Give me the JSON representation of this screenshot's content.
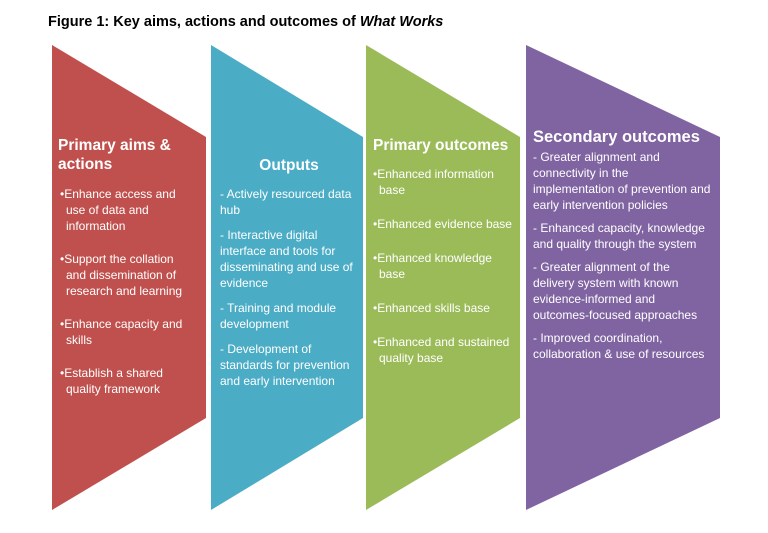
{
  "figure": {
    "title_prefix": "Figure 1: Key aims, actions and outcomes of ",
    "title_emphasis": "What Works"
  },
  "columns": [
    {
      "heading": "Primary aims & actions",
      "color": "#c0504d",
      "items": [
        "Enhance access and use of data and information",
        "Support the collation and dissemination of research and learning",
        "Enhance capacity and skills",
        "Establish a shared quality framework"
      ]
    },
    {
      "heading": "Outputs",
      "color": "#4bacc6",
      "items": [
        "Actively resourced data hub",
        "Interactive digital interface and tools for disseminating and use of evidence",
        "Training and module development",
        "Development of standards for prevention and early intervention"
      ]
    },
    {
      "heading": "Primary outcomes",
      "color": "#9bbb59",
      "items": [
        "Enhanced information base",
        "Enhanced evidence base",
        "Enhanced knowledge base",
        "Enhanced skills base",
        "Enhanced and sustained quality base"
      ]
    },
    {
      "heading": "Secondary outcomes",
      "color": "#8064a2",
      "items": [
        "Greater alignment and connectivity in the implementation of prevention and early intervention policies",
        "Enhanced capacity, knowledge and quality through the system",
        "Greater alignment of the delivery system with known evidence-informed and outcomes-focused approaches",
        "Improved coordination, collaboration & use of resources"
      ]
    }
  ]
}
